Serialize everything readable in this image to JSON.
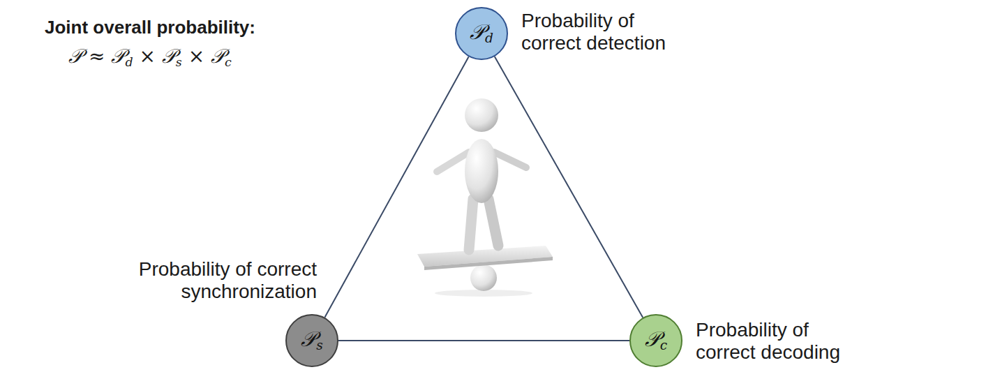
{
  "diagram": {
    "nodes": [
      {
        "text": [
          "𝒫d",
          "Probability of correct detection"
        ]
      },
      {
        "text": [
          "𝒫s",
          "Probability of correct synchronization"
        ]
      },
      {
        "text": [
          "𝒫c",
          "Probability of correct decoding"
        ]
      }
    ],
    "edges": [
      {
        "from": 0,
        "to": 1,
        "arrow": "none"
      },
      {
        "from": 0,
        "to": 2,
        "arrow": "none"
      },
      {
        "from": 1,
        "to": 2,
        "arrow": "none"
      }
    ],
    "labels": [
      "Joint overall probability:",
      "𝒫 ≈ 𝒫d × 𝒫s × 𝒫c"
    ]
  }
}
